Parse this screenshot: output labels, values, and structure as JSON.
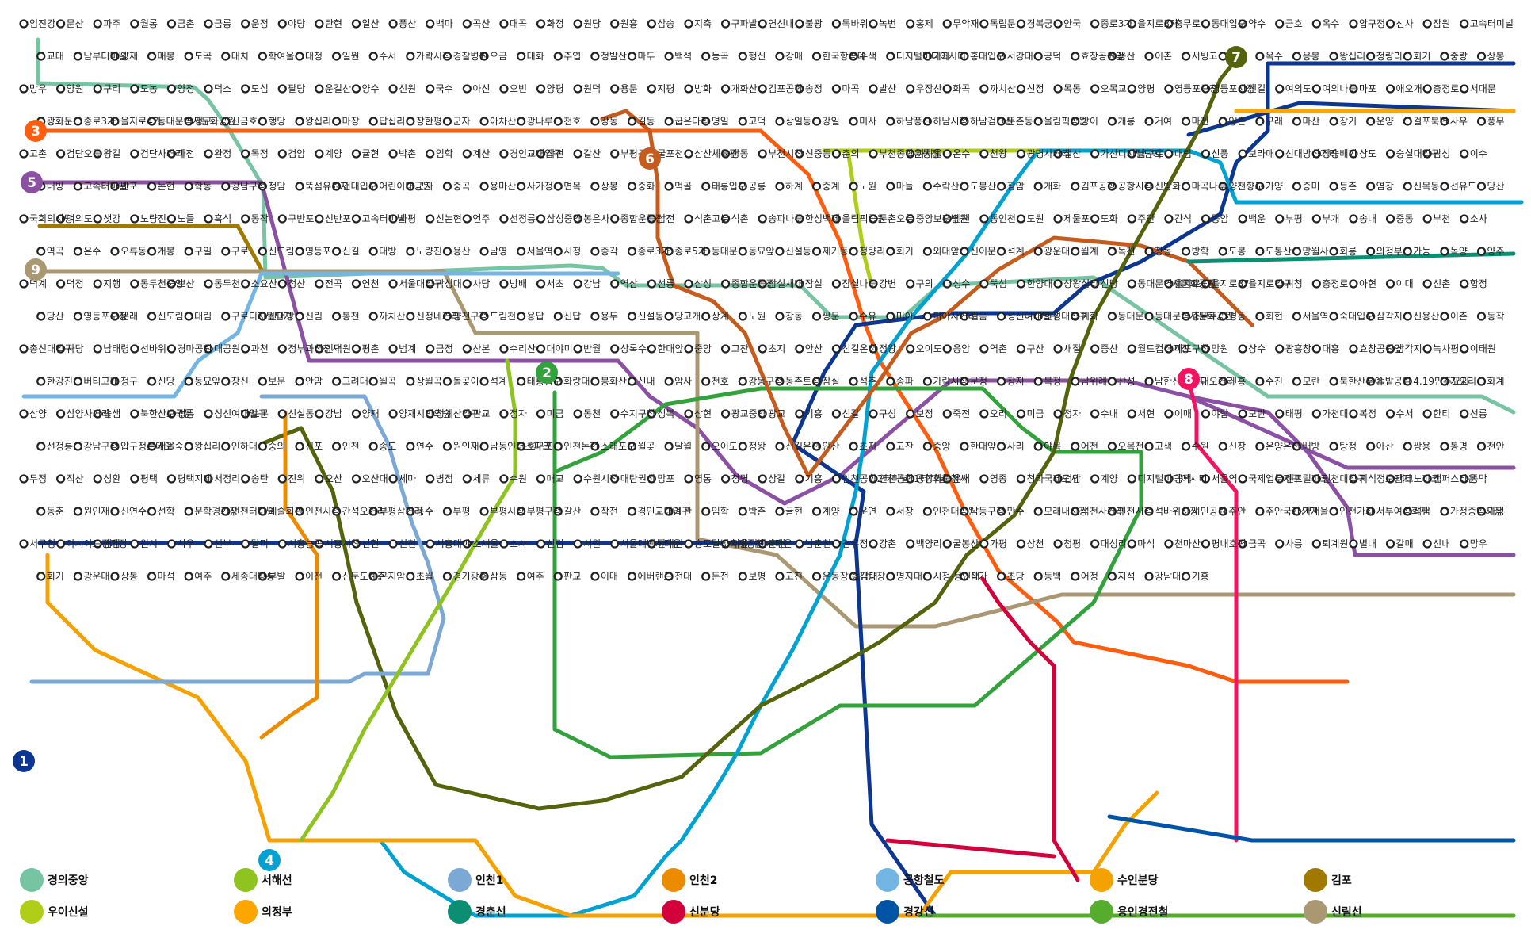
{
  "colors": {
    "line1": "#0d3692",
    "line2": "#33a23d",
    "line3": "#fe5d10",
    "line4": "#00a2d1",
    "line5": "#8b50a4",
    "line6": "#c55c1d",
    "line7": "#54640d",
    "line8": "#f51361",
    "line9": "#aa9872",
    "suin": "#f5a200",
    "gyeongui": "#77c4a3",
    "airport": "#73b6e4",
    "gimpo": "#a17800",
    "incheon1": "#7ca8d5",
    "incheon2": "#ed8b00",
    "ui": "#b0ce18",
    "sinbundang": "#d4003b",
    "gyeonggang": "#0054a6",
    "uijeongbu": "#fda600",
    "seohae": "#8fc31f",
    "everline": "#56ad2d",
    "gyeongchun": "#0c8e72"
  },
  "lines": [
    {
      "key": "line1",
      "badge": "1"
    },
    {
      "key": "line2",
      "badge": "2"
    },
    {
      "key": "line3",
      "badge": "3"
    },
    {
      "key": "line4",
      "badge": "4"
    },
    {
      "key": "line5",
      "badge": "5"
    },
    {
      "key": "line6",
      "badge": "6"
    },
    {
      "key": "line7",
      "badge": "7"
    },
    {
      "key": "line8",
      "badge": "8"
    },
    {
      "key": "line9",
      "badge": "9"
    }
  ],
  "small_badges": [
    "경의중앙",
    "서해선",
    "인천1",
    "인천2",
    "공항철도",
    "수인분당",
    "김포",
    "우이신설",
    "의정부",
    "경춘선",
    "신분당",
    "경강선",
    "용인경전철",
    "신림선"
  ],
  "stations": [
    "임진강",
    "문산",
    "파주",
    "월롱",
    "금촌",
    "금릉",
    "운정",
    "야당",
    "탄현",
    "일산",
    "풍산",
    "백마",
    "곡산",
    "대곡",
    "화정",
    "원당",
    "원흥",
    "삼송",
    "지축",
    "구파발",
    "연신내",
    "불광",
    "독바위",
    "녹번",
    "홍제",
    "무악재",
    "독립문",
    "경복궁",
    "안국",
    "종로3가",
    "을지로3가",
    "충무로",
    "동대입구",
    "약수",
    "금호",
    "옥수",
    "압구정",
    "신사",
    "잠원",
    "고속터미널",
    "교대",
    "남부터미널",
    "양재",
    "매봉",
    "도곡",
    "대치",
    "학여울",
    "대청",
    "일원",
    "수서",
    "가락시장",
    "경찰병원",
    "오금",
    "대화",
    "주엽",
    "정발산",
    "마두",
    "백석",
    "능곡",
    "행신",
    "강매",
    "한국항공대",
    "수색",
    "디지털미디어시티",
    "가좌",
    "홍대입구",
    "서강대",
    "공덕",
    "효창공원앞",
    "용산",
    "이촌",
    "서빙고",
    "한남",
    "옥수",
    "응봉",
    "왕십리",
    "청량리",
    "회기",
    "중랑",
    "상봉",
    "망우",
    "양원",
    "구리",
    "도농",
    "양정",
    "덕소",
    "도심",
    "팔당",
    "운길산",
    "양수",
    "신원",
    "국수",
    "아신",
    "오빈",
    "양평",
    "원덕",
    "용문",
    "지평",
    "방화",
    "개화산",
    "김포공항",
    "송정",
    "마곡",
    "발산",
    "우장산",
    "화곡",
    "까치산",
    "신정",
    "목동",
    "오목교",
    "양평",
    "영등포구청",
    "영등포시장",
    "신길",
    "여의도",
    "여의나루",
    "마포",
    "애오개",
    "충정로",
    "서대문",
    "광화문",
    "종로3가",
    "을지로4가",
    "동대문역사문화공원",
    "청구",
    "신금호",
    "행당",
    "왕십리",
    "마장",
    "답십리",
    "장한평",
    "군자",
    "아차산",
    "광나루",
    "천호",
    "강동",
    "길동",
    "굽은다리",
    "명일",
    "고덕",
    "상일동",
    "강일",
    "미사",
    "하남풍산",
    "하남시청",
    "하남검단산",
    "둔촌동",
    "올림픽공원",
    "방이",
    "개롱",
    "거여",
    "마천",
    "양촌",
    "구래",
    "마산",
    "장기",
    "운양",
    "걸포북변",
    "사우",
    "풍무",
    "고촌",
    "검단오류",
    "왕길",
    "검단사거리",
    "마전",
    "완정",
    "독정",
    "검암",
    "계양",
    "귤현",
    "박촌",
    "임학",
    "계산",
    "경인교대입구",
    "작전",
    "갈산",
    "부평구청",
    "굴포천",
    "삼산체육관",
    "상동",
    "부천시청",
    "신중동",
    "춘의",
    "부천종합운동장",
    "까치울",
    "온수",
    "천왕",
    "광명사거리",
    "철산",
    "가산디지털단지",
    "남구로",
    "대림",
    "신풍",
    "보라매",
    "신대방삼거리",
    "장승배기",
    "상도",
    "숭실대입구",
    "남성",
    "이수",
    "내방",
    "고속터미널",
    "반포",
    "논현",
    "학동",
    "강남구청",
    "청담",
    "뚝섬유원지",
    "건대입구",
    "어린이대공원",
    "군자",
    "중곡",
    "용마산",
    "사가정",
    "면목",
    "상봉",
    "중화",
    "먹골",
    "태릉입구",
    "공릉",
    "하계",
    "중계",
    "노원",
    "마들",
    "수락산",
    "도봉산",
    "장암",
    "개화",
    "김포공항",
    "공항시장",
    "신방화",
    "마곡나루",
    "양천향교",
    "가양",
    "증미",
    "등촌",
    "염창",
    "신목동",
    "선유도",
    "당산",
    "국회의사당",
    "여의도",
    "샛강",
    "노량진",
    "노들",
    "흑석",
    "동작",
    "구반포",
    "신반포",
    "고속터미널",
    "사평",
    "신논현",
    "언주",
    "선정릉",
    "삼성중앙",
    "봉은사",
    "종합운동장",
    "삼전",
    "석촌고분",
    "석촌",
    "송파나루",
    "한성백제",
    "올림픽공원",
    "둔촌오륜",
    "중앙보훈병원",
    "인천",
    "동인천",
    "도원",
    "제물포",
    "도화",
    "주안",
    "간석",
    "동암",
    "백운",
    "부평",
    "부개",
    "송내",
    "중동",
    "부천",
    "소사",
    "역곡",
    "온수",
    "오류동",
    "개봉",
    "구일",
    "구로",
    "신도림",
    "영등포",
    "신길",
    "대방",
    "노량진",
    "용산",
    "남영",
    "서울역",
    "시청",
    "종각",
    "종로3가",
    "종로5가",
    "동대문",
    "동묘앞",
    "신설동",
    "제기동",
    "청량리",
    "회기",
    "외대앞",
    "신이문",
    "석계",
    "광운대",
    "월계",
    "녹천",
    "창동",
    "방학",
    "도봉",
    "도봉산",
    "망월사",
    "회룡",
    "의정부",
    "가능",
    "녹양",
    "양주",
    "덕계",
    "덕정",
    "지행",
    "동두천중앙",
    "보산",
    "동두천",
    "소요산",
    "청산",
    "전곡",
    "연천",
    "서울대입구",
    "낙성대",
    "사당",
    "방배",
    "서초",
    "강남",
    "역삼",
    "선릉",
    "삼성",
    "종합운동장",
    "잠실새내",
    "잠실",
    "잠실나루",
    "강변",
    "구의",
    "성수",
    "뚝섬",
    "한양대",
    "상왕십리",
    "신당",
    "동대문역사문화공원",
    "을지로4가",
    "을지로3가",
    "을지로입구",
    "시청",
    "충정로",
    "아현",
    "이대",
    "신촌",
    "합정",
    "당산",
    "영등포구청",
    "문래",
    "신도림",
    "대림",
    "구로디지털단지",
    "신대방",
    "신림",
    "봉천",
    "까치산",
    "신정네거리",
    "양천구청",
    "도림천",
    "용답",
    "신답",
    "용두",
    "신설동",
    "당고개",
    "상계",
    "노원",
    "창동",
    "쌍문",
    "수유",
    "미아",
    "미아사거리",
    "길음",
    "성신여대입구",
    "한성대입구",
    "혜화",
    "동대문",
    "동대문역사문화공원",
    "충무로",
    "명동",
    "회현",
    "서울역",
    "숙대입구",
    "삼각지",
    "신용산",
    "이촌",
    "동작",
    "총신대입구",
    "사당",
    "남태령",
    "선바위",
    "경마공원",
    "대공원",
    "과천",
    "정부과천청사",
    "인덕원",
    "평촌",
    "범계",
    "금정",
    "산본",
    "수리산",
    "대야미",
    "반월",
    "상록수",
    "한대앞",
    "중앙",
    "고잔",
    "초지",
    "안산",
    "신길온천",
    "정왕",
    "오이도",
    "응암",
    "역촌",
    "구산",
    "새절",
    "증산",
    "월드컵경기장",
    "마포구청",
    "망원",
    "상수",
    "광흥창",
    "대흥",
    "효창공원앞",
    "삼각지",
    "녹사평",
    "이태원",
    "한강진",
    "버티고개",
    "청구",
    "신당",
    "동묘앞",
    "창신",
    "보문",
    "안암",
    "고려대",
    "월곡",
    "상월곡",
    "돌곶이",
    "석계",
    "태릉입구",
    "화랑대",
    "봉화산",
    "신내",
    "암사",
    "천호",
    "강동구청",
    "몽촌토성",
    "잠실",
    "석촌",
    "송파",
    "가락시장",
    "문정",
    "장지",
    "복정",
    "남위례",
    "산성",
    "남한산성입구",
    "단대오거리",
    "신흥",
    "수진",
    "모란",
    "북한산우이",
    "솔밭공원",
    "4.19민주묘지",
    "가오리",
    "화계",
    "삼양",
    "삼양사거리",
    "솔샘",
    "북한산보국문",
    "정릉",
    "성신여대입구",
    "보문",
    "신설동",
    "강남",
    "양재",
    "양재시민의숲",
    "청계산입구",
    "판교",
    "정자",
    "미금",
    "동천",
    "수지구청",
    "성복",
    "상현",
    "광교중앙",
    "광교",
    "기흥",
    "신갈",
    "구성",
    "보정",
    "죽전",
    "오리",
    "미금",
    "정자",
    "수내",
    "서현",
    "이매",
    "야탑",
    "모란",
    "태평",
    "가천대",
    "복정",
    "수서",
    "한티",
    "선릉",
    "선정릉",
    "강남구청",
    "압구정로데오",
    "서울숲",
    "왕십리",
    "인하대",
    "숭의",
    "신포",
    "인천",
    "송도",
    "연수",
    "원인재",
    "남동인더스파크",
    "호구포",
    "인천논현",
    "소래포구",
    "월곶",
    "달월",
    "오이도",
    "정왕",
    "신길온천",
    "안산",
    "초지",
    "고잔",
    "중앙",
    "한대앞",
    "사리",
    "야목",
    "어천",
    "오목천",
    "고색",
    "수원",
    "신창",
    "온양온천",
    "배방",
    "탕정",
    "아산",
    "쌍용",
    "봉명",
    "천안",
    "두정",
    "직산",
    "성환",
    "평택",
    "평택지제",
    "서정리",
    "송탄",
    "진위",
    "오산",
    "오산대",
    "세마",
    "병점",
    "세류",
    "수원",
    "매교",
    "수원시청",
    "매탄권선",
    "망포",
    "영통",
    "청명",
    "상갈",
    "기흥",
    "인천공항2터미널",
    "인천공항1터미널",
    "공항화물청사",
    "운서",
    "영종",
    "청라국제도시",
    "검암",
    "계양",
    "디지털미디어시티",
    "공덕",
    "서울역",
    "국제업무지구",
    "센트럴파크",
    "인천대입구",
    "지식정보단지",
    "테크노파크",
    "캠퍼스타운",
    "동막",
    "동춘",
    "원인재",
    "신연수",
    "선학",
    "문학경기장",
    "인천터미널",
    "예술회관",
    "인천시청",
    "간석오거리",
    "부평삼거리",
    "동수",
    "부평",
    "부평시장",
    "부평구청",
    "갈산",
    "작전",
    "경인교대입구",
    "계산",
    "임학",
    "박촌",
    "귤현",
    "계양",
    "운연",
    "서창",
    "인천대공원",
    "남동구청",
    "만수",
    "모래내시장",
    "석천사거리",
    "인천시청",
    "석바위시장",
    "시민공원",
    "주안",
    "주안국가산단",
    "가재울",
    "인천가좌",
    "서부여성회관",
    "석남",
    "가정중앙시장",
    "가정",
    "서구청",
    "아시아드경기장",
    "검암",
    "원시",
    "시우",
    "선부",
    "달미",
    "시흥능곡",
    "시흥시청",
    "신현",
    "신천",
    "시흥대야",
    "소새울",
    "소사",
    "신림",
    "서원",
    "서울대벤처타운",
    "관악산",
    "송도달빛축제공원",
    "서울대벤처타운",
    "춘천",
    "남춘천",
    "김유정",
    "강촌",
    "백양리",
    "굴봉산",
    "가평",
    "상천",
    "청평",
    "대성리",
    "마석",
    "천마산",
    "평내호평",
    "금곡",
    "사릉",
    "퇴계원",
    "별내",
    "갈매",
    "신내",
    "망우",
    "회기",
    "광운대",
    "상봉",
    "마석",
    "여주",
    "세종대왕릉",
    "부발",
    "이천",
    "신둔도예촌",
    "곤지암",
    "초월",
    "경기광주",
    "삼동",
    "여주",
    "판교",
    "이매",
    "에버랜드",
    "전대",
    "둔전",
    "보평",
    "고진",
    "운동장·송담대",
    "김량장",
    "명지대",
    "시청·용인대",
    "삼가",
    "초당",
    "동백",
    "어정",
    "지석",
    "강남대",
    "기흥"
  ]
}
